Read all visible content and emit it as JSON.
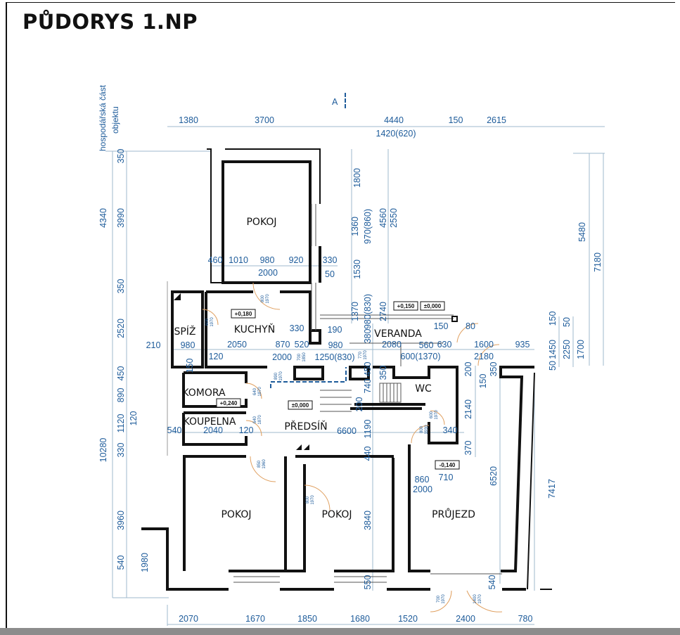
{
  "title": "PŮDORYS 1.NP",
  "section_marker": "A",
  "side_note": [
    "hospodářská část",
    "objektu"
  ],
  "colors": {
    "dimension_text": "#1d5b9a",
    "dimension_line": "#9fb9cc",
    "wall": "#111111",
    "door_swing": "#e0a060"
  },
  "rooms": [
    "POKOJ",
    "SPÍŽ",
    "KUCHYŇ",
    "VERANDA",
    "KOMORA",
    "WC",
    "KOUPELNA",
    "PŘEDSÍŇ",
    "POKOJ",
    "POKOJ",
    "PRŮJEZD"
  ],
  "levels": [
    "+0,180",
    "+0,150",
    "±0,000",
    "+0,240",
    "±0,000",
    "-0,140"
  ],
  "dimensions": [
    "1380",
    "3700",
    "4440",
    "150",
    "2615",
    "1420(620)",
    "350",
    "4340",
    "3990",
    "350",
    "2520",
    "210",
    "450",
    "890",
    "120",
    "1120",
    "330",
    "10280",
    "3960",
    "540",
    "1980",
    "1800",
    "1360",
    "970(860)",
    "4560",
    "2550",
    "1530",
    "1370",
    "980(830)",
    "2740",
    "5480",
    "7180",
    "150",
    "50",
    "1450",
    "2250",
    "1700",
    "50",
    "6520",
    "7417",
    "2140",
    "370",
    "200",
    "150",
    "350",
    "460",
    "1010",
    "980",
    "920",
    "330",
    "2000",
    "50",
    "330",
    "190",
    "150",
    "80",
    "980",
    "2050",
    "870",
    "520",
    "980",
    "2080",
    "560",
    "630",
    "1600",
    "935",
    "120",
    "2000",
    "1250(830)",
    "600(1370)",
    "2180",
    "6600",
    "2040",
    "540",
    "120",
    "340",
    "860",
    "710",
    "2000",
    "380",
    "150",
    "450",
    "350",
    "740",
    "200",
    "1190",
    "440",
    "3840",
    "550",
    "540",
    "2070",
    "1670",
    "1850",
    "1680",
    "1520",
    "2400",
    "780"
  ],
  "door_labels": [
    [
      "800",
      "1970"
    ],
    [
      "600",
      "1970"
    ],
    [
      "700",
      "1850"
    ],
    [
      "890",
      "1970"
    ],
    [
      "770",
      "1970"
    ],
    [
      "640",
      "1870"
    ],
    [
      "640",
      "1870"
    ],
    [
      "850",
      "1960"
    ],
    [
      "800",
      "1970"
    ],
    [
      "600",
      "1970"
    ],
    [
      "800",
      "1930"
    ],
    [
      "700",
      "1970"
    ],
    [
      "1400",
      "1970"
    ]
  ]
}
